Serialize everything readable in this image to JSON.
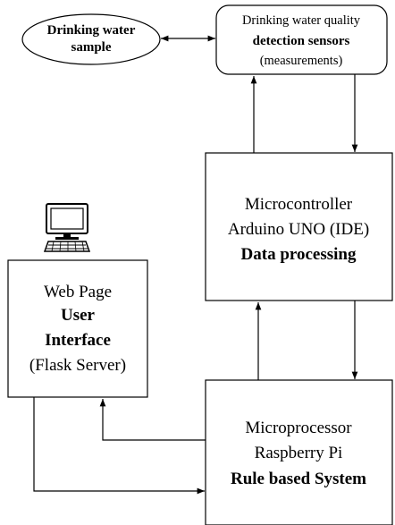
{
  "sample": {
    "line1": "Drinking water",
    "line2": "sample"
  },
  "sensors": {
    "line1": "Drinking water quality",
    "line2": "detection sensors",
    "line3": "(measurements)"
  },
  "microcontroller": {
    "line1": "Microcontroller",
    "line2": "Arduino UNO (IDE)",
    "line3": "Data processing"
  },
  "webpage": {
    "line1": "Web Page",
    "line2": "User",
    "line3": "Interface",
    "line4": "(Flask Server)"
  },
  "microprocessor": {
    "line1": "Microprocessor",
    "line2": "Raspberry Pi",
    "line3": "Rule based System"
  },
  "icons": {
    "computer": "desktop-computer-icon"
  }
}
